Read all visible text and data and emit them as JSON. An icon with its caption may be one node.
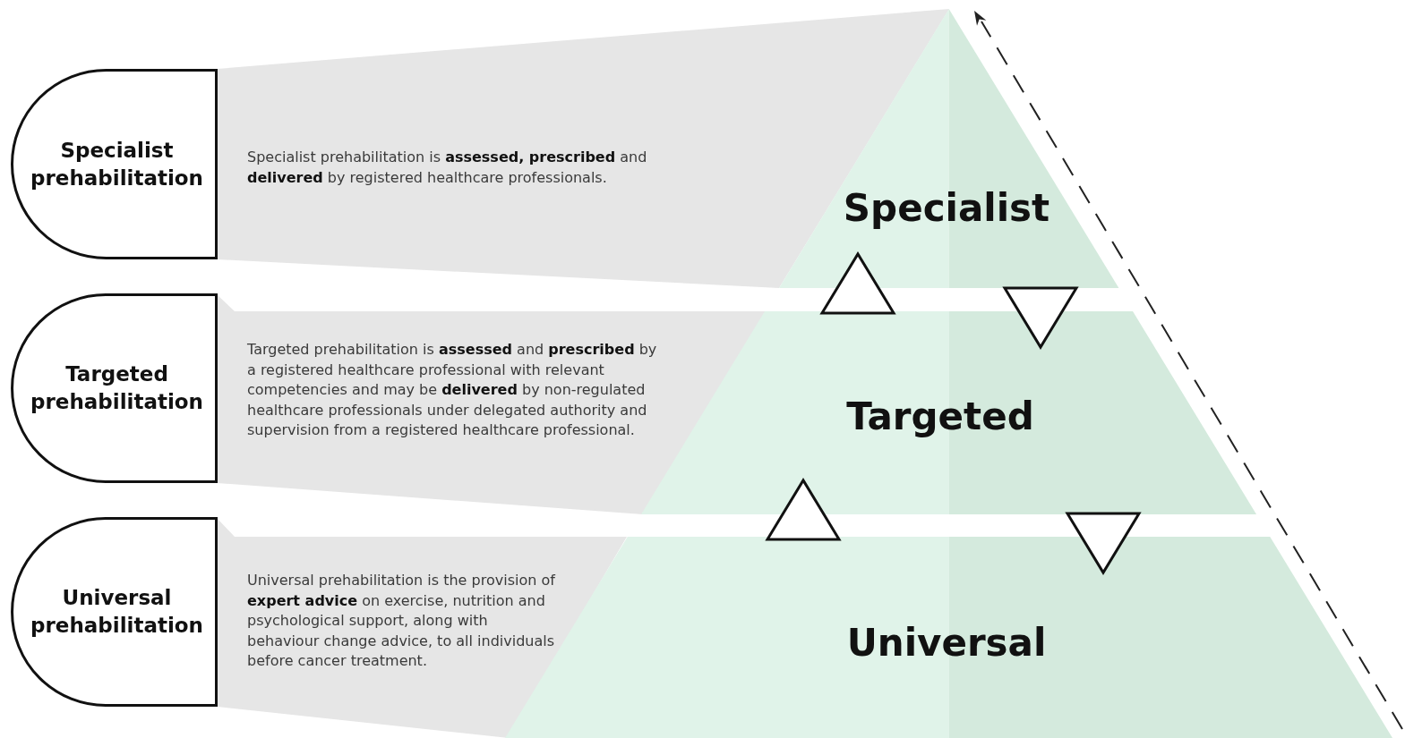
{
  "diagram": {
    "nodes": [
      {
        "text": [
          "Specialist prehabilitation"
        ]
      },
      {
        "text": [
          "Specialist prehabilitation is **assessed, prescribed** and **delivered** by registered healthcare professionals."
        ]
      },
      {
        "text": [
          "Specialist"
        ]
      },
      {
        "text": [
          "Targeted prehabilitation"
        ]
      },
      {
        "text": [
          "Targeted prehabilitation is **assessed** and **prescribed** by a registered healthcare professional with relevant competencies and may be **delivered** by non-regulated healthcare professionals under delegated authority and supervision from a registered healthcare professional."
        ]
      },
      {
        "text": [
          "Targeted"
        ]
      },
      {
        "text": [
          "Universal prehabilitation"
        ]
      },
      {
        "text": [
          "Universal prehabilitation is the provision of **expert advice** on exercise, nutrition and psychological support, along with behaviour change advice, to all individuals before cancer treatment."
        ]
      },
      {
        "text": [
          "Universal"
        ]
      }
    ],
    "edges": [
      {
        "from": 5,
        "to": 2,
        "arrow": "to"
      },
      {
        "from": 2,
        "to": 5,
        "arrow": "to"
      },
      {
        "from": 8,
        "to": 5,
        "arrow": "to"
      },
      {
        "from": 5,
        "to": 8,
        "arrow": "to"
      }
    ]
  }
}
